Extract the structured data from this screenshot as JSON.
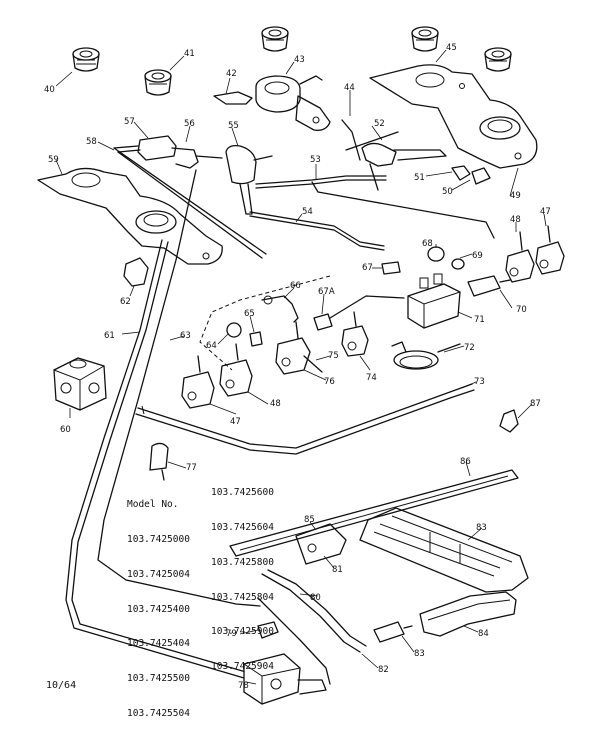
{
  "diagram": {
    "callouts": [
      "40",
      "41",
      "42",
      "43",
      "44",
      "45",
      "55",
      "56",
      "57",
      "58",
      "59",
      "52",
      "53",
      "54",
      "51",
      "50",
      "49",
      "48",
      "47",
      "68",
      "69",
      "67",
      "66",
      "67A",
      "70",
      "71",
      "62",
      "61",
      "63",
      "64",
      "65",
      "75",
      "76",
      "74",
      "72",
      "73",
      "60",
      "47",
      "48",
      "87",
      "77",
      "86",
      "85",
      "81",
      "83",
      "80",
      "79",
      "82",
      "83",
      "84",
      "78"
    ],
    "model_block": {
      "col1_heading": "Model No.",
      "col1": [
        "103.7425000",
        "103.7425004",
        "103.7425400",
        "103.7425404",
        "103.7425500",
        "103.7425504"
      ],
      "col2": [
        "103.7425600",
        "103.7425604",
        "103.7425800",
        "103.7425804",
        "103.7425900",
        "103.7425904"
      ]
    },
    "footer": "10/64"
  }
}
